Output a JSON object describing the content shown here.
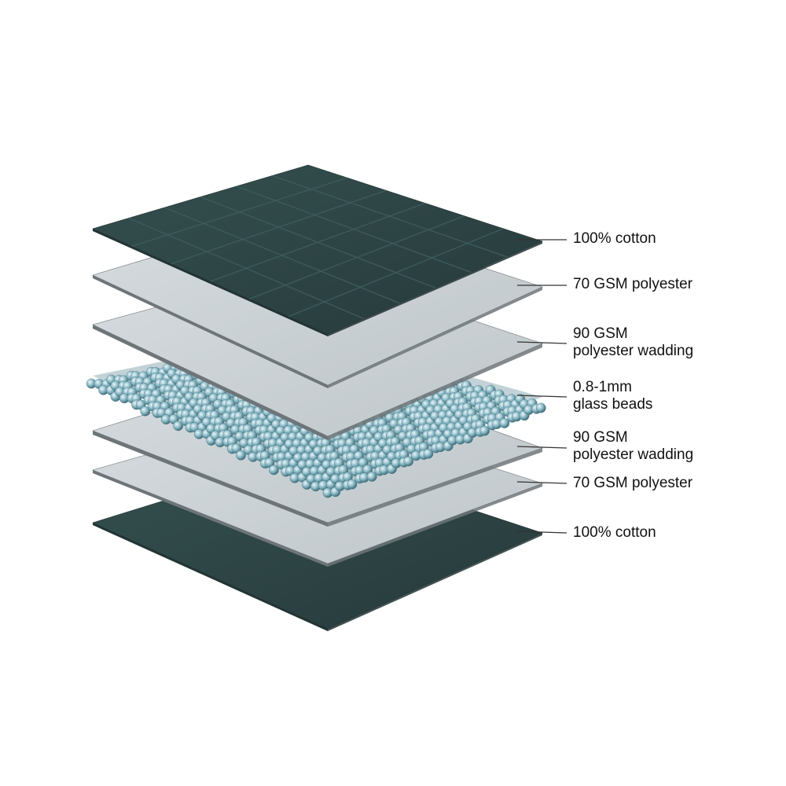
{
  "colors": {
    "cotton": "#2f4749",
    "cotton_edge": "#223335",
    "grid_line": "#3d5a5c",
    "polyester": "#c9d0d3",
    "polyester_edge": "#6e7579",
    "wadding": "#cfd4d6",
    "beads": "#8ab8c4",
    "beads_dark": "#4f7f8c",
    "leader": "#333333",
    "label_text": "#111111"
  },
  "layers": [
    {
      "id": "cotton-top",
      "material": "cotton",
      "lines": [
        "100% cotton"
      ]
    },
    {
      "id": "polyester-top",
      "material": "polyester",
      "lines": [
        "70 GSM polyester"
      ]
    },
    {
      "id": "wadding-top",
      "material": "wadding",
      "lines": [
        "90 GSM",
        "polyester wadding"
      ]
    },
    {
      "id": "glass-beads",
      "material": "beads",
      "lines": [
        "0.8-1mm",
        "glass beads"
      ]
    },
    {
      "id": "wadding-bottom",
      "material": "wadding",
      "lines": [
        "90 GSM",
        "polyester wadding"
      ]
    },
    {
      "id": "polyester-bottom",
      "material": "polyester",
      "lines": [
        "70 GSM polyester"
      ]
    },
    {
      "id": "cotton-bottom",
      "material": "cotton",
      "lines": [
        "100% cotton"
      ]
    }
  ]
}
